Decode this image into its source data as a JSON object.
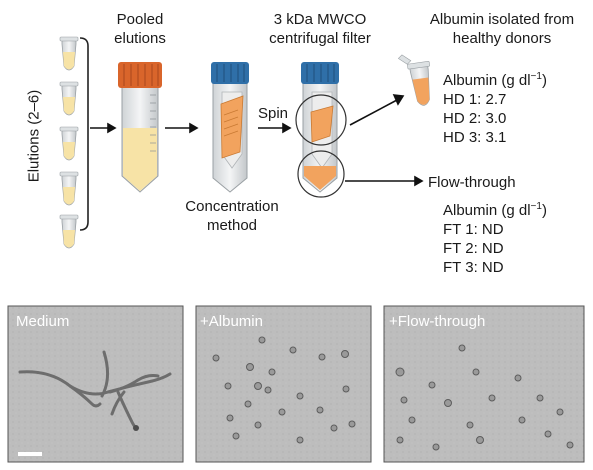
{
  "workflow": {
    "elutions_label": "Elutions (2–6)",
    "pooled_label": [
      "Pooled",
      "elutions"
    ],
    "filter_label": [
      "3 kDa MWCO",
      "centrifugal filter"
    ],
    "spin_label": "Spin",
    "concentration_label": [
      "Concentration",
      "method"
    ],
    "albumin_header": [
      "Albumin isolated from",
      "healthy donors"
    ],
    "albumin_table": {
      "unit_prefix": "Albumin (g dl",
      "unit_sup": "−1",
      "unit_suffix": ")",
      "rows": [
        "HD 1: 2.7",
        "HD 2: 3.0",
        "HD 3: 3.1"
      ]
    },
    "flowthrough_label": "Flow-through",
    "flowthrough_table": {
      "unit_prefix": "Albumin (g dl",
      "unit_sup": "−1",
      "unit_suffix": ")",
      "rows": [
        "FT 1: ND",
        "FT 2: ND",
        "FT 3: ND"
      ]
    }
  },
  "panels": [
    {
      "title": "Medium"
    },
    {
      "title": "+Albumin"
    },
    {
      "title": "+Flow-through"
    }
  ],
  "colors": {
    "tube_cap_orange": "#d9652b",
    "tube_cap_blue": "#2f6fa8",
    "fluid_yellow": "#f7e3a6",
    "fluid_orange": "#f2a35e",
    "panel_bg": "#b9b9b9"
  }
}
